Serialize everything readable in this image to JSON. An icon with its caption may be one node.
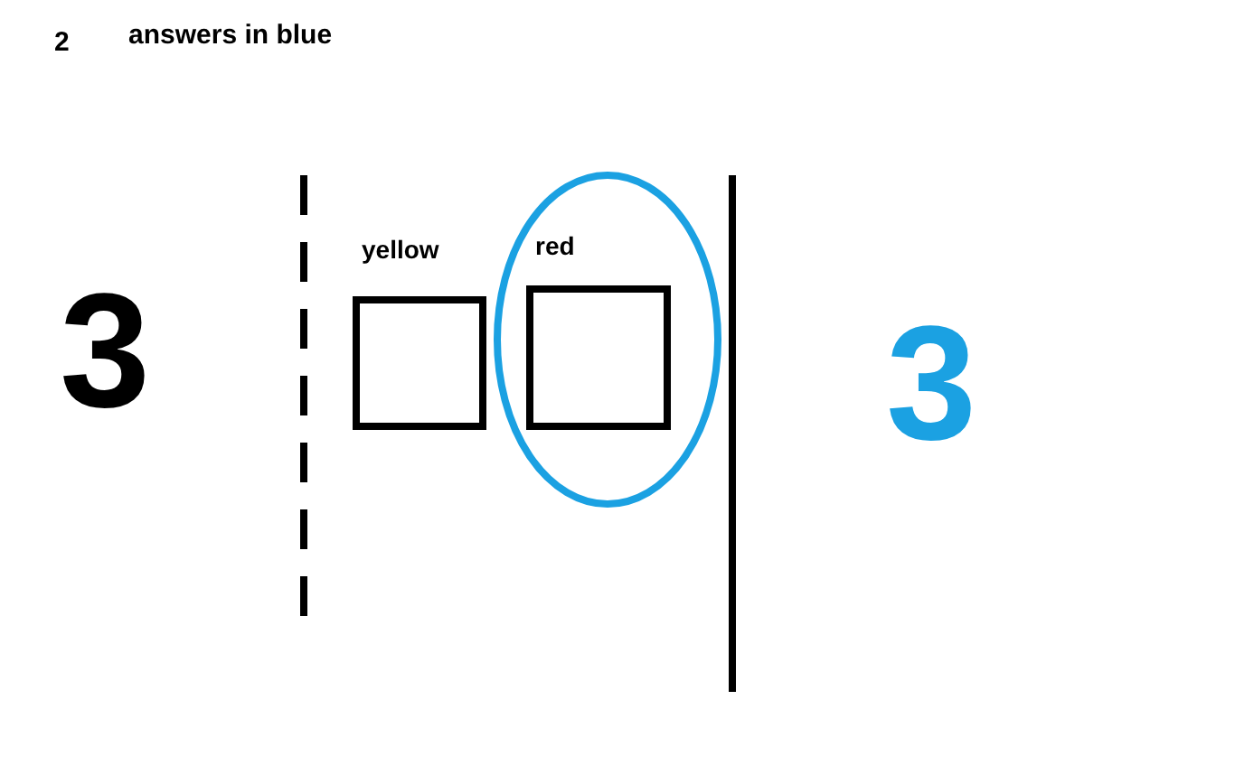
{
  "diagram": {
    "nodes": [
      {
        "text": [
          "yellow"
        ]
      },
      {
        "text": [],
        "shape": "circle"
      },
      {
        "text": [
          "red"
        ],
        "in": 1
      }
    ],
    "edges": [],
    "labels": [
      "2",
      "answers in blue",
      "3",
      "3"
    ]
  }
}
